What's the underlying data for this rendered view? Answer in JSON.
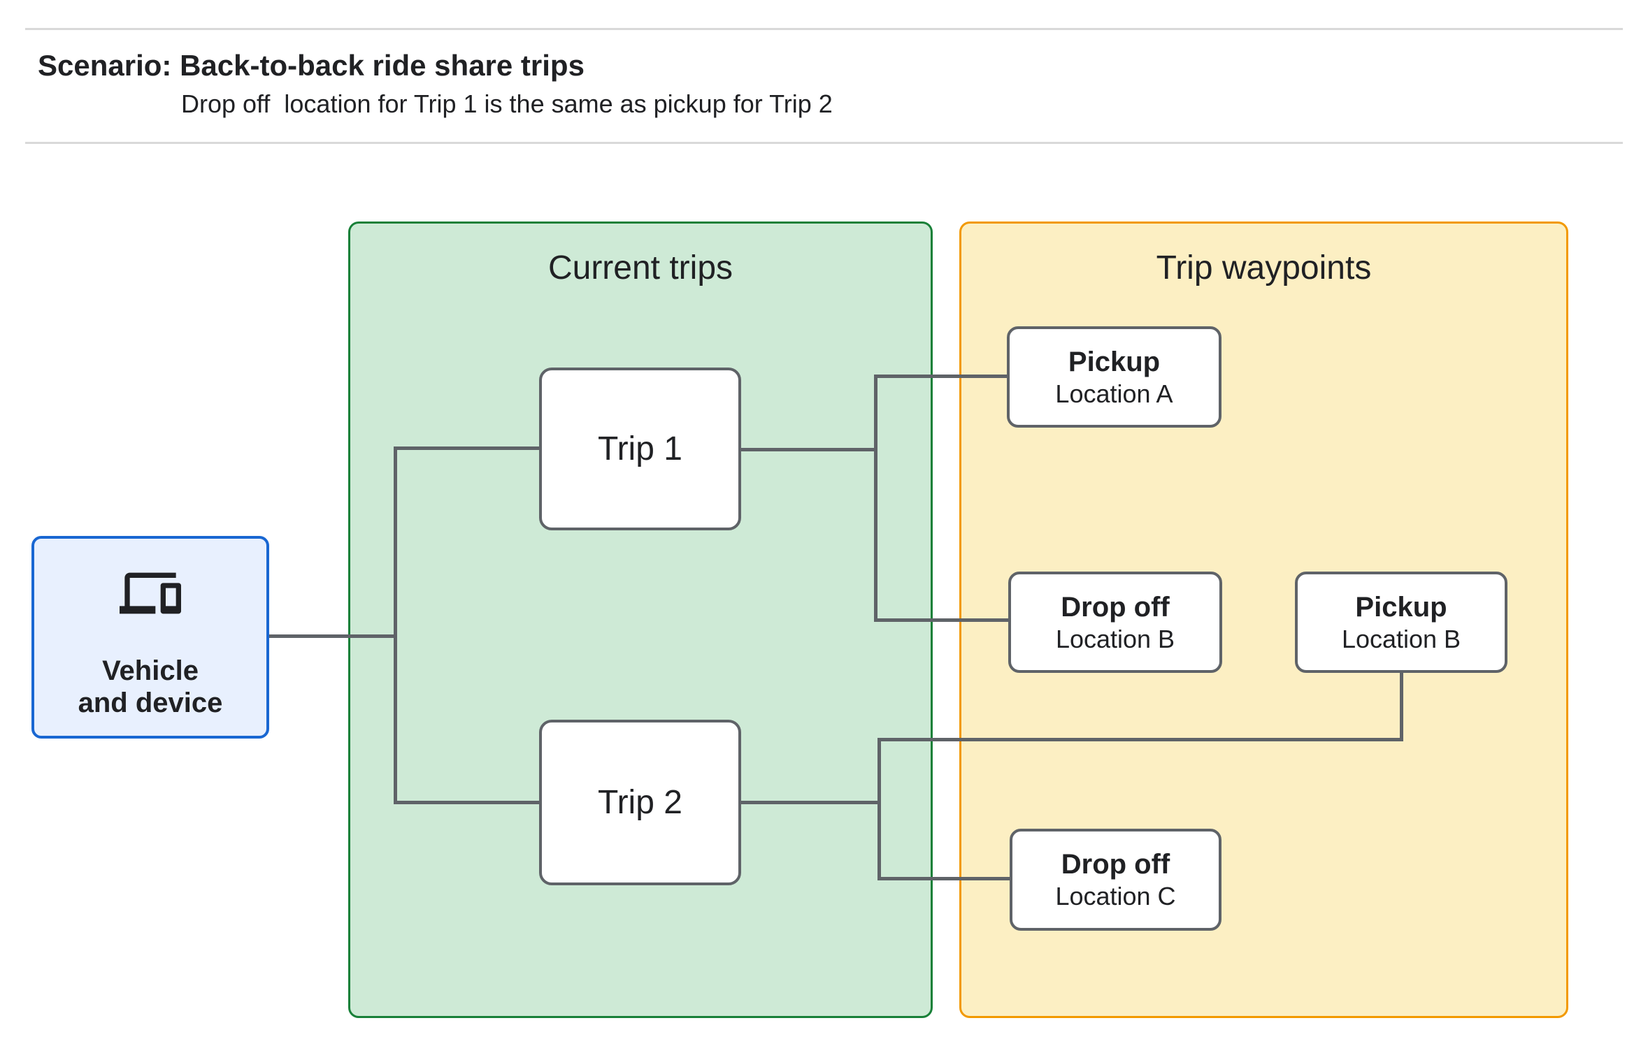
{
  "header": {
    "title": "Scenario: Back-to-back ride share trips",
    "subtitle": "Drop off  location for Trip 1 is the same as pickup for Trip 2"
  },
  "diagram": {
    "vehicle_node": {
      "icon": "devices-icon",
      "label_line1": "Vehicle",
      "label_line2": "and device"
    },
    "groups": [
      {
        "title": "Current trips",
        "fill": "#ceead6",
        "border": "#188038"
      },
      {
        "title": "Trip waypoints",
        "fill": "#fcefc3",
        "border": "#f29900"
      }
    ],
    "trips": [
      {
        "label": "Trip 1"
      },
      {
        "label": "Trip 2"
      }
    ],
    "waypoints": [
      {
        "title": "Pickup",
        "subtitle": "Location A"
      },
      {
        "title": "Drop off",
        "subtitle": "Location B"
      },
      {
        "title": "Pickup",
        "subtitle": "Location B"
      },
      {
        "title": "Drop off",
        "subtitle": "Location C"
      }
    ],
    "colors": {
      "node_fill": "#ffffff",
      "node_border": "#5f6368",
      "connector": "#5f6368",
      "vehicle_fill": "#e8f0fe",
      "vehicle_border": "#1967d2",
      "text": "#202124",
      "divider": "#d9d9d9"
    }
  }
}
